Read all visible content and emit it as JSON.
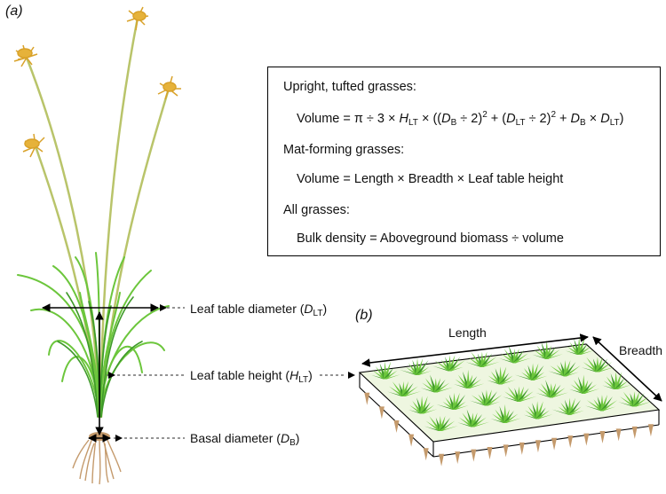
{
  "panels": {
    "a": "(a)",
    "b": "(b)"
  },
  "formulas": {
    "upright_heading": "Upright, tufted grasses:",
    "upright_eq": {
      "lead": "Volume = π ÷ 3 ×",
      "h": "H",
      "h_sub": "LT",
      "part1": "× ((",
      "db": "D",
      "db_sub": "B",
      "part2": "÷ 2)",
      "sq": "2",
      "part3": "+ (",
      "dlt": "D",
      "dlt_sub": "LT",
      "part4": "÷ 2)",
      "sq2": "2",
      "part5": "+",
      "db2": "D",
      "db2_sub": "B",
      "part6": "×",
      "dlt2": "D",
      "dlt2_sub": "LT",
      "close": ")"
    },
    "mat_heading": "Mat-forming grasses:",
    "mat_eq": "Volume = Length × Breadth × Leaf table height",
    "all_heading": "All grasses:",
    "all_eq": "Bulk density = Aboveground biomass ÷ volume"
  },
  "labels": {
    "leaf_table_diameter": {
      "text": "Leaf table diameter (",
      "sym": "D",
      "sub": "LT",
      "close": ")"
    },
    "leaf_table_height": {
      "text": "Leaf table height (",
      "sym": "H",
      "sub": "LT",
      "close": ")"
    },
    "basal_diameter": {
      "text": "Basal diameter (",
      "sym": "D",
      "sub": "B",
      "close": ")"
    },
    "length": "Length",
    "breadth": "Breadth"
  },
  "colors": {
    "stem": "#b9c46a",
    "seedhead": "#e6b23a",
    "leaf": "#6cc63c",
    "leaf_dark": "#3f9a2a",
    "root": "#c49a6c"
  }
}
